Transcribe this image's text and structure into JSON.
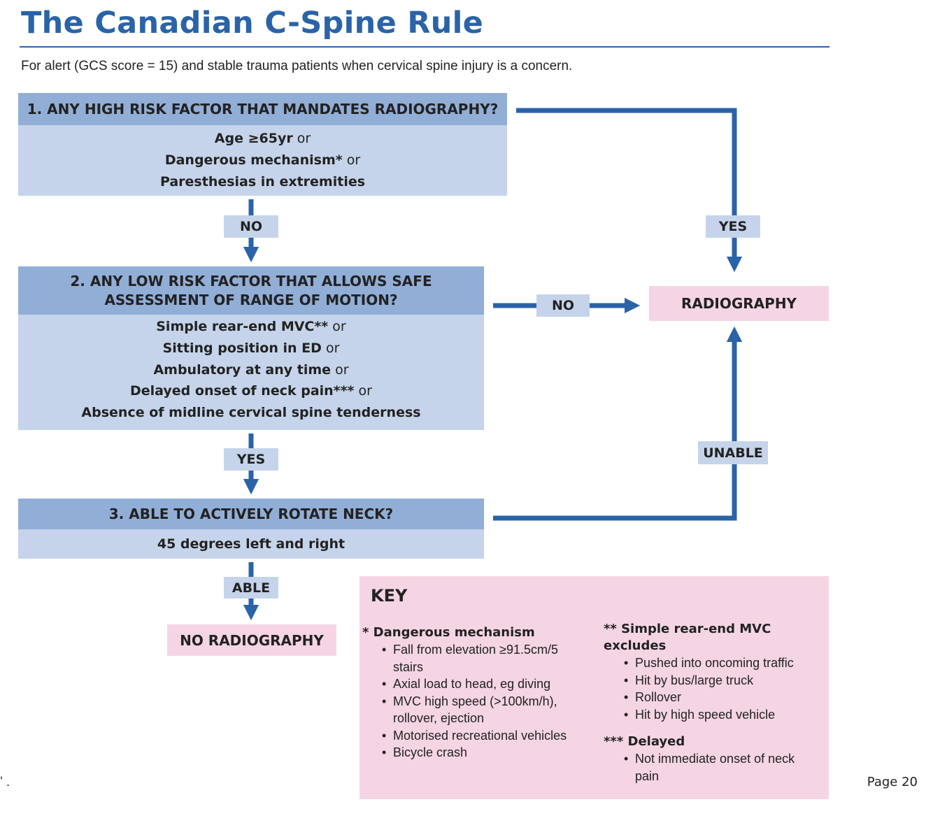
{
  "title": "The Canadian C-Spine Rule",
  "subtitle": "For alert (GCS score = 15) and stable trauma patients when cervical spine injury is a concern.",
  "step1": {
    "header": "1. ANY HIGH RISK FACTOR THAT MANDATES RADIOGRAPHY?",
    "items": [
      {
        "text": "Age ≥65yr",
        "suffix": " or"
      },
      {
        "text": "Dangerous mechanism*",
        "suffix": " or"
      },
      {
        "text": "Paresthesias in extremities",
        "suffix": ""
      }
    ]
  },
  "step2": {
    "header_line1": "2. ANY LOW RISK FACTOR THAT ALLOWS SAFE",
    "header_line2": "ASSESSMENT OF RANGE OF MOTION?",
    "items": [
      {
        "text": "Simple rear-end MVC**",
        "suffix": " or"
      },
      {
        "text": "Sitting position in ED",
        "suffix": " or"
      },
      {
        "text": "Ambulatory at any time",
        "suffix": " or"
      },
      {
        "text": "Delayed onset of neck pain***",
        "suffix": " or"
      },
      {
        "text": "Absence of midline cervical spine tenderness",
        "suffix": ""
      }
    ]
  },
  "step3": {
    "header": "3. ABLE TO ACTIVELY ROTATE NECK?",
    "body": "45 degrees left and right"
  },
  "labels": {
    "no1": "NO",
    "yes1": "YES",
    "no2": "NO",
    "yes2": "YES",
    "unable": "UNABLE",
    "able": "ABLE"
  },
  "outcomes": {
    "radiography": "RADIOGRAPHY",
    "no_radiography": "NO RADIOGRAPHY"
  },
  "key": {
    "title": "KEY",
    "dangerous": {
      "heading": "* Dangerous mechanism",
      "items": [
        "Fall from elevation ≥91.5cm/5 stairs",
        "Axial load to head, eg diving",
        "MVC high speed (>100km/h), rollover, ejection",
        "Motorised recreational vehicles",
        "Bicycle crash"
      ]
    },
    "simple": {
      "heading": "** Simple rear-end MVC excludes",
      "items": [
        "Pushed into oncoming traffic",
        "Hit by bus/large truck",
        "Rollover",
        "Hit by high speed vehicle"
      ]
    },
    "delayed": {
      "heading": "*** Delayed",
      "items": [
        "Not immediate onset of neck pain"
      ]
    }
  },
  "page_label": "Page 20",
  "left_mark": "ʼ ."
}
